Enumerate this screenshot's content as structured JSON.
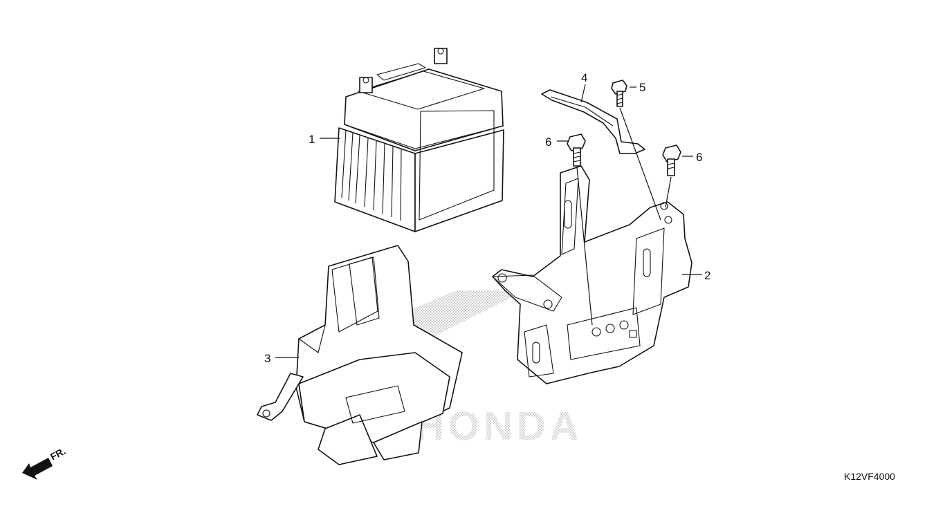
{
  "diagram": {
    "callouts": [
      {
        "id": "1",
        "label": "1"
      },
      {
        "id": "2",
        "label": "2"
      },
      {
        "id": "3",
        "label": "3"
      },
      {
        "id": "4",
        "label": "4"
      },
      {
        "id": "5",
        "label": "5"
      },
      {
        "id": "6a",
        "label": "6"
      },
      {
        "id": "6b",
        "label": "6"
      }
    ],
    "front_indicator": "FR.",
    "drawing_code": "K12VF4000",
    "watermark": "HONDA"
  }
}
